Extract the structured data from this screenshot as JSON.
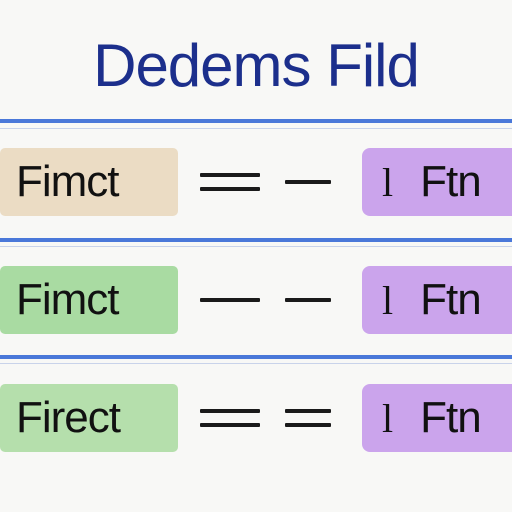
{
  "title": "Dedems Fild",
  "rows": [
    {
      "term": "Fimct",
      "term_color": "#ebdcc4",
      "symbol_a": "equals",
      "symbol_b": "minus",
      "definition_glyph": "l",
      "definition": "Ftn"
    },
    {
      "term": "Fimct",
      "term_color": "#a9dba2",
      "symbol_a": "minus",
      "symbol_b": "minus",
      "definition_glyph": "l",
      "definition": "Ftn"
    },
    {
      "term": "Firect",
      "term_color": "#b5dfac",
      "symbol_a": "equals",
      "symbol_b": "equals",
      "definition_glyph": "l",
      "definition": "Ftn"
    }
  ],
  "colors": {
    "title": "#1c2f8c",
    "rule": "#4a78d9",
    "definition_box": "#cba4ec"
  }
}
